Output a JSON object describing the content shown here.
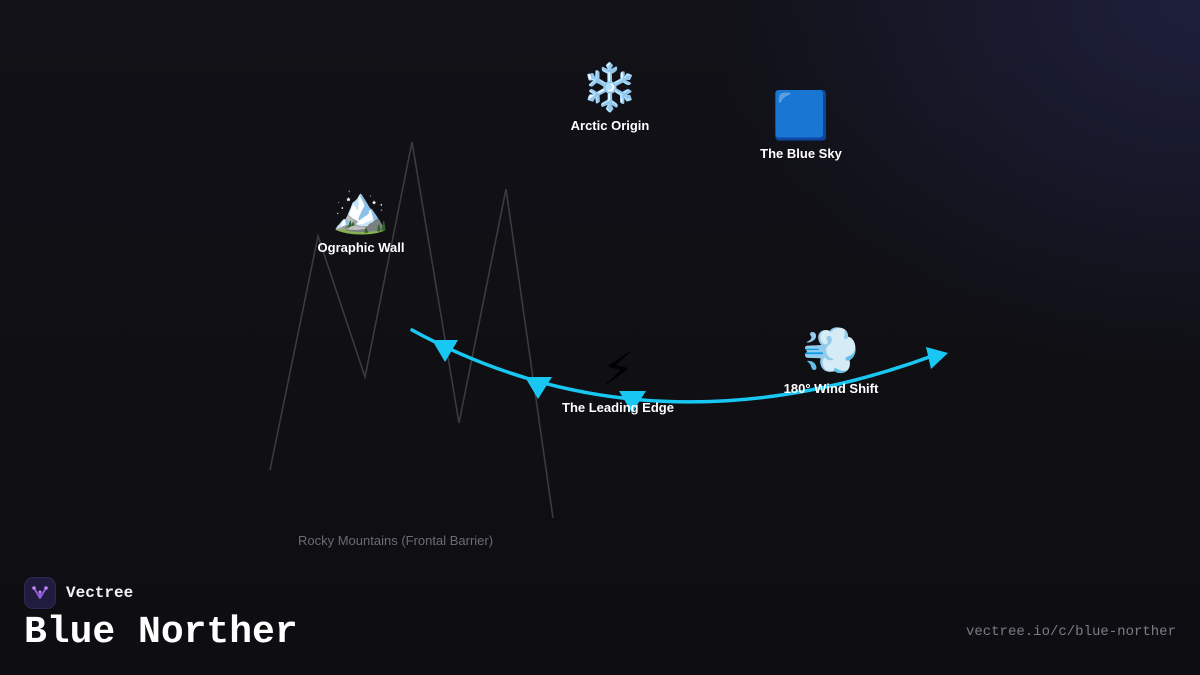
{
  "brand": {
    "name": "Vectree",
    "logo_icon": "vector-tree-icon",
    "logo_color": "#9b5de5"
  },
  "title": "Blue Norther",
  "url": "vectree.io/c/blue-norther",
  "colors": {
    "background": "#0f0f13",
    "front_line": "#18c8f2",
    "mountain_line": "#3a3a40",
    "label_text": "#ffffff",
    "muted_text": "#6b6b73"
  },
  "nodes": [
    {
      "id": "arctic",
      "icon": "snowflake-icon",
      "glyph": "❄️",
      "label": "Arctic Origin"
    },
    {
      "id": "bluesky",
      "icon": "blue-square-icon",
      "glyph": "🟦",
      "label": "The Blue Sky"
    },
    {
      "id": "wall",
      "icon": "snow-capped-mountain-icon",
      "glyph": "🏔️",
      "label": "Ographic Wall"
    },
    {
      "id": "edge",
      "icon": "lightning-bolt-icon",
      "glyph": "⚡",
      "label": "The Leading Edge"
    },
    {
      "id": "wind",
      "icon": "wind-gust-icon",
      "glyph": "💨",
      "label": "180° Wind Shift"
    }
  ],
  "mountains": {
    "caption": "Rocky Mountains (Frontal Barrier)"
  },
  "front": {
    "type": "cold-front",
    "direction": "east"
  }
}
